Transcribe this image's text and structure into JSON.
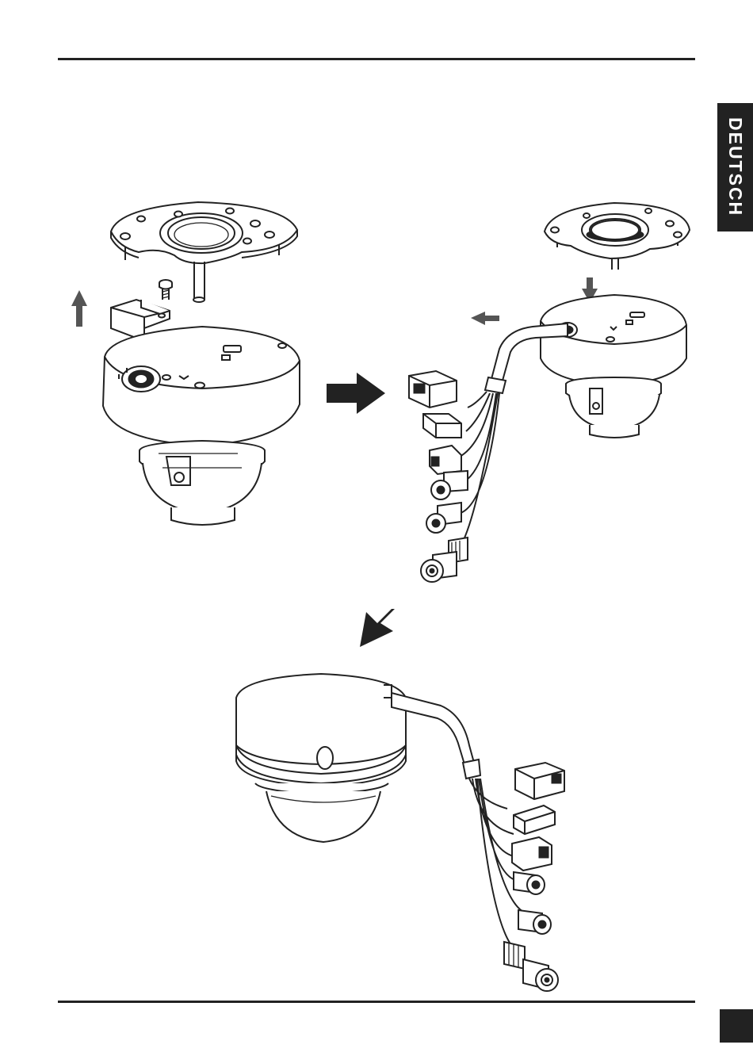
{
  "sidebar": {
    "language_tab": "DEUTSCH"
  },
  "colors": {
    "ink": "#222222",
    "arrow_gray": "#555555",
    "background": "#ffffff"
  },
  "figure": {
    "steps": [
      "remove-cover-and-bracket",
      "route-cable-and-attach-plate",
      "assembled-camera"
    ],
    "icons": [
      "up-arrow-icon",
      "down-arrow-icon",
      "left-arrow-icon",
      "right-arrow-icon",
      "down-left-arrow-icon"
    ]
  }
}
